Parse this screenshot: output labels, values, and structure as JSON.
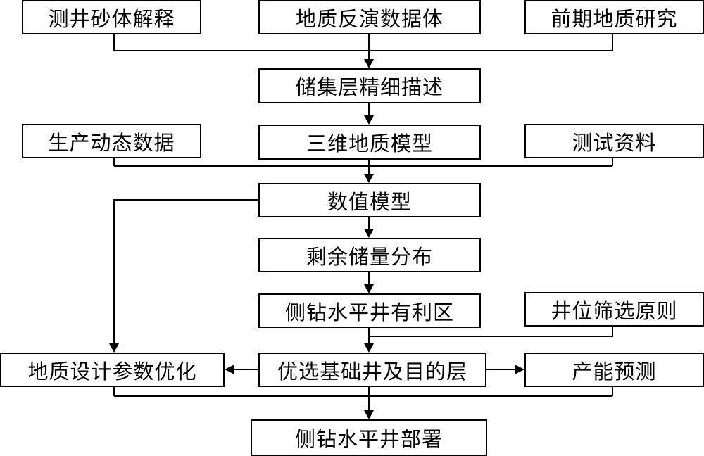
{
  "nodes": {
    "well_sand": "测井砂体解释",
    "inversion": "地质反演数据体",
    "prior_study": "前期地质研究",
    "reservoir_desc": "储集层精细描述",
    "production_data": "生产动态数据",
    "geo_model_3d": "三维地质模型",
    "test_data": "测试资料",
    "numerical_model": "数值模型",
    "remaining_reserves": "剩余储量分布",
    "favorable_zone": "侧钻水平井有利区",
    "screening_principle": "井位筛选原则",
    "param_opt": "地质设计参数优化",
    "select_wells": "优选基础井及目的层",
    "productivity": "产能预测",
    "deployment": "侧钻水平井部署"
  }
}
